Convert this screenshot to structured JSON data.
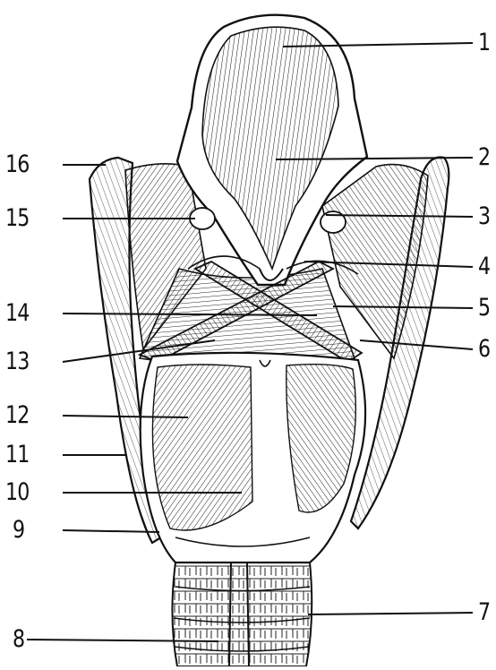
{
  "labels": [
    {
      "id": "1",
      "text": "1"
    },
    {
      "id": "2",
      "text": "2"
    },
    {
      "id": "3",
      "text": "3"
    },
    {
      "id": "4",
      "text": "4"
    },
    {
      "id": "5",
      "text": "5"
    },
    {
      "id": "6",
      "text": "6"
    },
    {
      "id": "7",
      "text": "7"
    },
    {
      "id": "8",
      "text": "8"
    },
    {
      "id": "9",
      "text": "9"
    },
    {
      "id": "10",
      "text": "10"
    },
    {
      "id": "11",
      "text": "11"
    },
    {
      "id": "12",
      "text": "12"
    },
    {
      "id": "13",
      "text": "13"
    },
    {
      "id": "14",
      "text": "14"
    },
    {
      "id": "15",
      "text": "15"
    },
    {
      "id": "16",
      "text": "16"
    }
  ],
  "colors": {
    "ink": "#111111",
    "paper": "#ffffff"
  }
}
